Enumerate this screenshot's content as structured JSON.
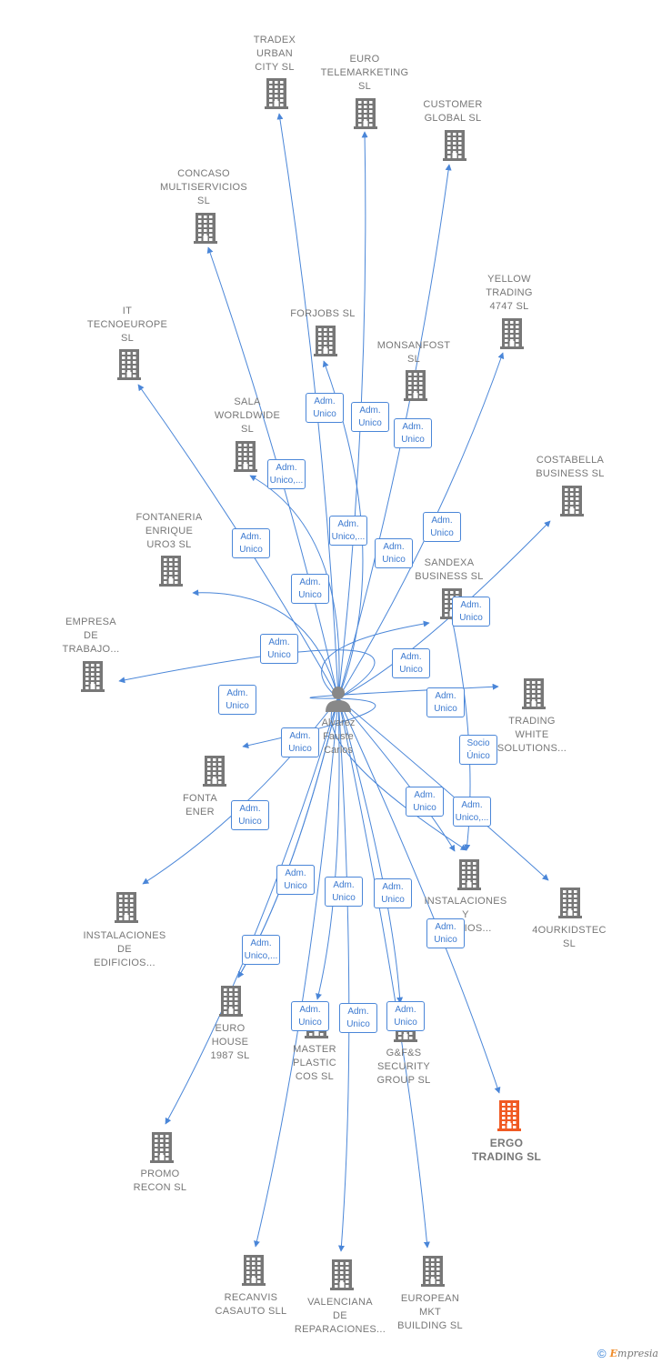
{
  "colors": {
    "edge": "#4a86d8",
    "building": "#777777",
    "focus_building": "#f05a23",
    "person": "#888888"
  },
  "center": {
    "name": "Alvarez\nFauste\nCarlos",
    "icon": "person-icon"
  },
  "footer": {
    "copyright": "©",
    "brand_first": "E",
    "brand_rest": "mpresia"
  },
  "companies": [
    {
      "id": "tradex",
      "label": "TRADEX\nURBAN\nCITY  SL"
    },
    {
      "id": "euro_tele",
      "label": "EURO\nTELEMARKETING\nSL"
    },
    {
      "id": "customer",
      "label": "CUSTOMER\nGLOBAL  SL"
    },
    {
      "id": "concaso",
      "label": "CONCASO\nMULTISERVICIOS\nSL"
    },
    {
      "id": "yellow",
      "label": "YELLOW\nTRADING\n4747  SL"
    },
    {
      "id": "it_tecno",
      "label": "IT\nTECNOEUROPE\nSL"
    },
    {
      "id": "forjobs",
      "label": "FORJOBS SL"
    },
    {
      "id": "monsanfost",
      "label": "MONSANFOST\nSL"
    },
    {
      "id": "sala",
      "label": "SALA\nWORLDWIDE\nSL"
    },
    {
      "id": "costabella",
      "label": "COSTABELLA\nBUSINESS SL"
    },
    {
      "id": "fontaneria",
      "label": "FONTANERIA\nENRIQUE\nURO3  SL"
    },
    {
      "id": "sandexa",
      "label": "SANDEXA\nBUSINESS SL"
    },
    {
      "id": "empresa",
      "label": "EMPRESA\nDE\nTRABAJO..."
    },
    {
      "id": "trading_white",
      "label": "TRADING\nWHITE\nSOLUTIONS..."
    },
    {
      "id": "fonta_ener",
      "label": "FONTA\nENER"
    },
    {
      "id": "instal_edif",
      "label": "INSTALACIONES\nDE\nEDIFICIOS..."
    },
    {
      "id": "instal_serv",
      "label": "INSTALACIONES\nY\nRVICIOS..."
    },
    {
      "id": "ourkids",
      "label": "4OURKIDSTEC\nSL"
    },
    {
      "id": "euro_house",
      "label": "EURO\nHOUSE\n1987  SL"
    },
    {
      "id": "master",
      "label": "MASTER\nPLASTIC\nCOS SL"
    },
    {
      "id": "gfs",
      "label": "G&F&S\nSECURITY\nGROUP  SL"
    },
    {
      "id": "ergo",
      "label": "ERGO\nTRADING  SL"
    },
    {
      "id": "promo",
      "label": "PROMO\nRECON  SL"
    },
    {
      "id": "recanvis",
      "label": "RECANVIS\nCASAUTO SLL"
    },
    {
      "id": "valenciana",
      "label": "VALENCIANA\nDE\nREPARACIONES..."
    },
    {
      "id": "european",
      "label": "EUROPEAN\nMKT\nBUILDING  SL"
    }
  ],
  "relations": [
    "Adm.\nUnico",
    "Adm.\nUnico",
    "Adm.\nUnico",
    "Adm.\nUnico,...",
    "Adm.\nUnico",
    "Adm.\nUnico,...",
    "Adm.\nUnico",
    "Adm.\nUnico",
    "Adm.\nUnico",
    "Adm.\nUnico",
    "Adm.\nUnico",
    "Adm.\nUnico",
    "Adm.\nUnico",
    "Adm.\nUnico",
    "Adm.\nUnico",
    "Socio\nÚnico",
    "Adm.\nUnico",
    "Adm.\nUnico",
    "Adm.\nUnico,...",
    "Adm.\nUnico",
    "Adm.\nUnico,...",
    "Adm.\nUnico",
    "Adm.\nUnico",
    "Adm.\nUnico",
    "Adm.\nUnico",
    "Adm.\nUnico",
    "Adm.\nUnico",
    "Adm.\nUnico"
  ]
}
